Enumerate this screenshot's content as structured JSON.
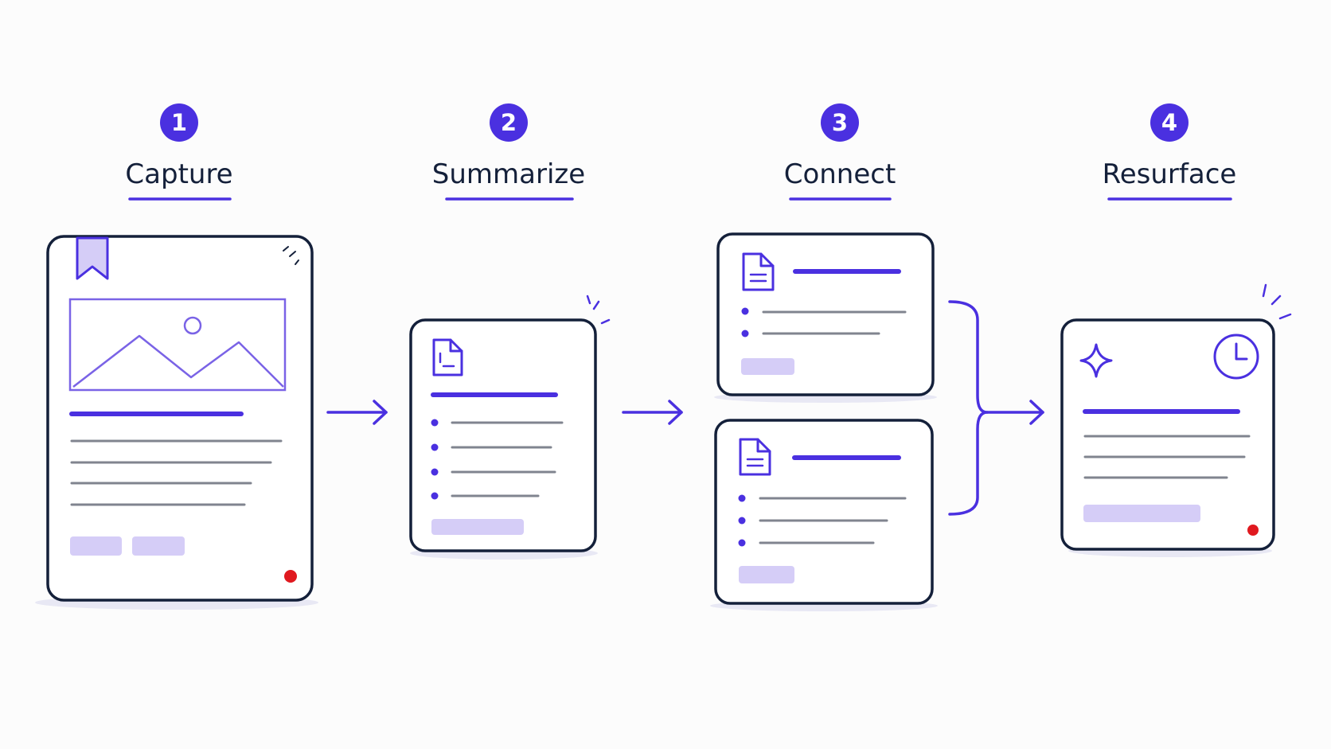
{
  "steps": [
    {
      "number": "1",
      "label": "Capture"
    },
    {
      "number": "2",
      "label": "Summarize"
    },
    {
      "number": "3",
      "label": "Connect"
    },
    {
      "number": "4",
      "label": "Resurface"
    }
  ],
  "icons": {
    "bookmark": "bookmark-icon",
    "image": "image-placeholder-icon",
    "document": "document-icon",
    "sparkle": "sparkle-icon",
    "clock": "clock-icon",
    "arrow": "arrow-right-icon"
  },
  "colors": {
    "accent": "#4a30e0",
    "outline": "#14203a",
    "muted_line": "#80848f",
    "pill": "#d5cdf7",
    "alert_dot": "#e0191f",
    "background": "#fcfcfc"
  }
}
